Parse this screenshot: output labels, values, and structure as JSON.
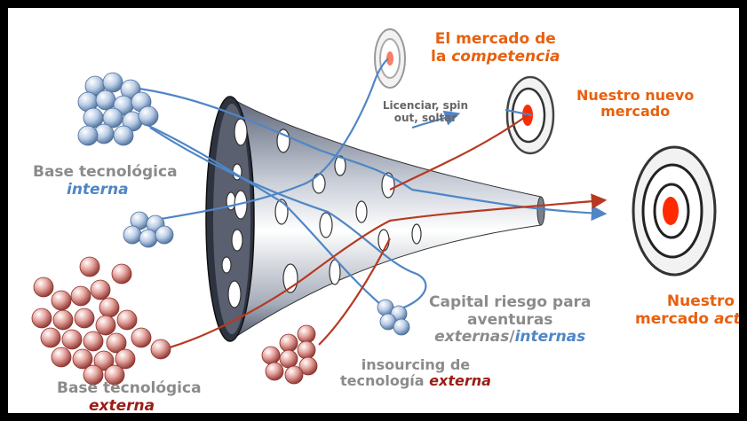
{
  "labels": {
    "base_interna": {
      "line1": "Base tecnológica",
      "line2": "interna"
    },
    "base_externa": {
      "line1": "Base tecnológica",
      "line2": "externa"
    },
    "competencia": {
      "line1": "El mercado de",
      "line2_prefix": "la ",
      "line2_em": "competencia"
    },
    "licenciar": {
      "line1": "Licenciar, spin",
      "line2": "out, soltar"
    },
    "nuevo": {
      "line1": "Nuestro nuevo",
      "line2": "mercado"
    },
    "actual": {
      "line1": "Nuestro",
      "line2_prefix": "mercado ",
      "line2_em": "actual"
    },
    "capital": {
      "line1": "Capital riesgo para",
      "line2": "aventuras",
      "line3_a": "externas",
      "line3_sep": "/",
      "line3_b": "internas"
    },
    "insourcing": {
      "line1": "insourcing de",
      "line2_prefix": "tecnología ",
      "line2_em": "externa"
    }
  },
  "colors": {
    "internal_blue": "#4f86c6",
    "external_red": "#9b1d17",
    "market_orange": "#e8600e",
    "label_gray": "#8b8b8b",
    "target_red": "#ff2a00"
  }
}
